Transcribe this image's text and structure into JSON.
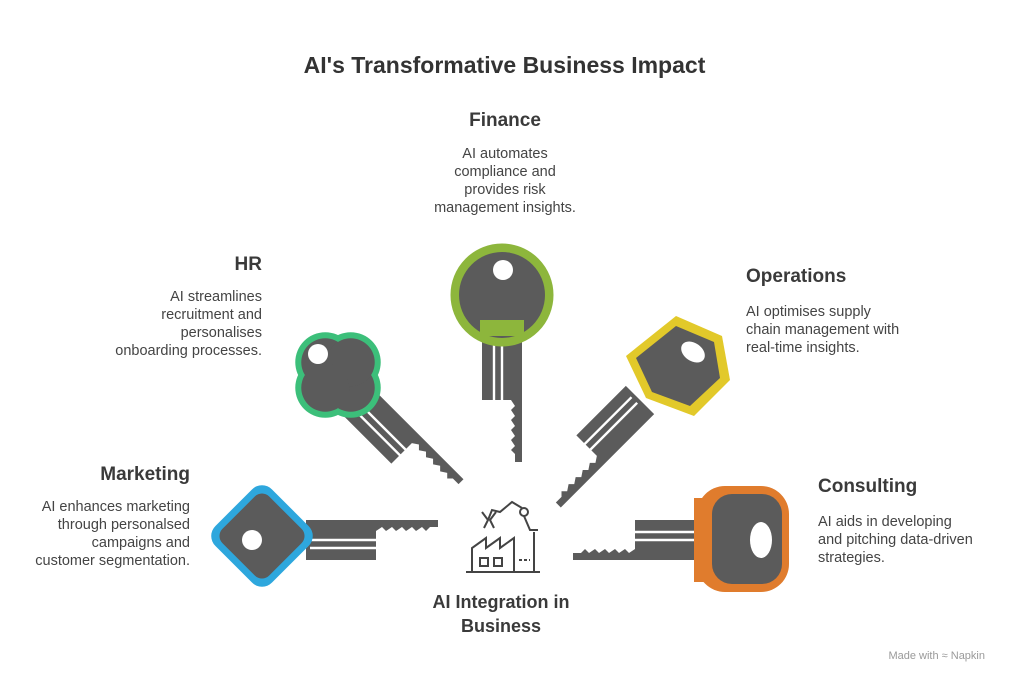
{
  "title": "AI's Transformative Business Impact",
  "center": {
    "label": "AI Integration in Business"
  },
  "sectors": {
    "finance": {
      "heading": "Finance",
      "text": [
        "AI automates",
        "compliance and",
        "provides risk",
        "management insights."
      ],
      "color": "#8db63c"
    },
    "hr": {
      "heading": "HR",
      "text": [
        "AI streamlines",
        "recruitment and",
        "personalises",
        "onboarding processes."
      ],
      "color": "#3cbf7a"
    },
    "operations": {
      "heading": "Operations",
      "text": [
        "AI optimises supply",
        "chain management with",
        "real-time insights."
      ],
      "color": "#e2c92a"
    },
    "marketing": {
      "heading": "Marketing",
      "text": [
        "AI enhances marketing",
        "through personalsed",
        "campaigns and",
        "customer segmentation."
      ],
      "color": "#2ea7dd"
    },
    "consulting": {
      "heading": "Consulting",
      "text": [
        "AI aids in developing",
        "and pitching data-driven",
        "strategies."
      ],
      "color": "#e07c2d"
    }
  },
  "icons": {
    "center": "factory-robot-arm-icon",
    "keys": "key-icon"
  },
  "footer": {
    "made_with": "Made with",
    "brand": "Napkin"
  }
}
